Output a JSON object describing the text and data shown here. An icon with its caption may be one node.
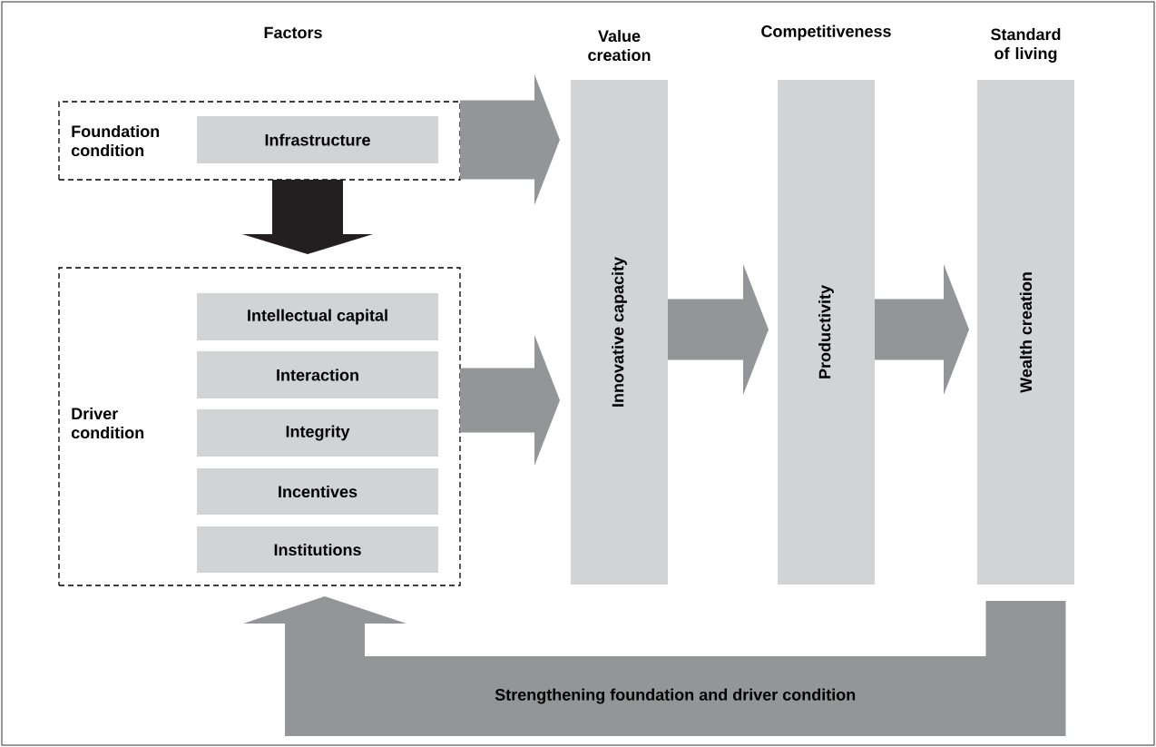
{
  "diagram": {
    "nodes": [
      {
        "text": [
          "Foundation condition"
        ]
      },
      {
        "text": [
          "Infrastructure"
        ],
        "in": 0
      },
      {
        "text": [
          "Driver condition"
        ]
      },
      {
        "text": [
          "Intellectual capital"
        ],
        "in": 2
      },
      {
        "text": [
          "Interaction"
        ],
        "in": 2
      },
      {
        "text": [
          "Integrity"
        ],
        "in": 2
      },
      {
        "text": [
          "Incentives"
        ],
        "in": 2
      },
      {
        "text": [
          "Institutions"
        ],
        "in": 2
      },
      {
        "text": [
          "Value creation",
          "Innovative capacity"
        ]
      },
      {
        "text": [
          "Competitiveness",
          "Productivity"
        ]
      },
      {
        "text": [
          "Standard of living",
          "Wealth creation"
        ]
      }
    ],
    "edges": [
      {
        "from": 0,
        "to": 8,
        "arrow": "to"
      },
      {
        "from": 0,
        "to": 2,
        "arrow": "to",
        "color": "#231f20"
      },
      {
        "from": 2,
        "to": 8,
        "arrow": "to"
      },
      {
        "from": 8,
        "to": 9,
        "arrow": "to"
      },
      {
        "from": 9,
        "to": 10,
        "arrow": "to"
      },
      {
        "from": 10,
        "to": 2,
        "arrow": "to",
        "label": "Strengthening foundation and driver condition"
      }
    ],
    "labels": [
      "Factors"
    ]
  }
}
